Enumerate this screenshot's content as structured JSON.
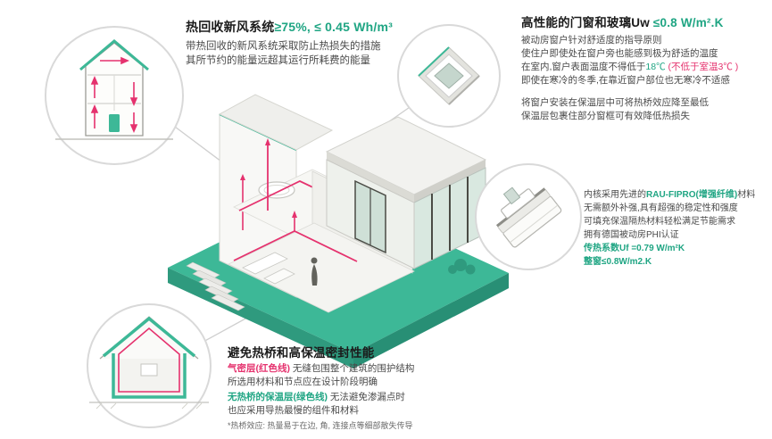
{
  "colors": {
    "teal_accent": "#1fa583",
    "teal_platform": "#3db897",
    "red_accent": "#e5326e",
    "dark_text": "#1b1b1b",
    "body_text": "#4a4a4a",
    "circle_border": "#d9d9d9"
  },
  "ventilation": {
    "title_black": "热回收新风系统",
    "title_green": "≥75%, ≤ 0.45 Wh/m³",
    "line1": "带热回收的新风系统采取防止热损失的措施",
    "line2": "其所节约的能量远超其运行所耗费的能量",
    "icon": "house-section-with-airflow-arrows"
  },
  "windows": {
    "title_black": "高性能的门窗和玻璃Uw ",
    "title_green": "≤0.8 W/m².K",
    "line1": "被动房窗户针对舒适度的指导原则",
    "line2": "使住户即使处在窗户旁也能感到极为舒适的温度",
    "line3_pre": "在室内,窗户表面温度不得低于",
    "line3_temp": "18℃",
    "line3_red": " (不低于室温3℃ )",
    "line4": "即使在寒冷的冬季,在靠近窗户部位也无寒冷不适感",
    "line5": "将窗户安装在保温层中可将热桥效应降至最低",
    "line6": "保温层包裹住部分窗框可有效降低热损失",
    "icon": "window-corner-detail"
  },
  "profile": {
    "line1_pre": "内核采用先进的",
    "line1_green": "RAU-FIPRO(增强纤维)",
    "line1_post": "材料",
    "line2": "无需额外补强,具有超强的稳定性和强度",
    "line3": "可填充保温隔热材料轻松满足节能需求",
    "line4": "拥有德国被动房PHI认证",
    "line5": "传热系数Uf =0.79 W/m²K",
    "line6": "整窗≤0.8W/m2.K",
    "icon": "window-frame-profile-cross-section"
  },
  "thermal": {
    "title": "避免热桥和高保温密封性能",
    "p1_red": "气密层(红色线)",
    "p1_rest": " 无缝包围整个建筑的围护结构",
    "p1_line2": "所选用材料和节点应在设计阶段明确",
    "p2_green": "无热桥的保温层(绿色线)",
    "p2_rest": " 无法避免渗漏点时",
    "p2_line2": "也应采用导热最慢的组件和材料",
    "footnote": "*热桥效应: 热量易于在边, 角, 连接点等细部散失传导",
    "icon": "house-outline-with-envelope-lines"
  },
  "center_illustration": "isometric-passive-house-cutaway-on-teal-platform"
}
